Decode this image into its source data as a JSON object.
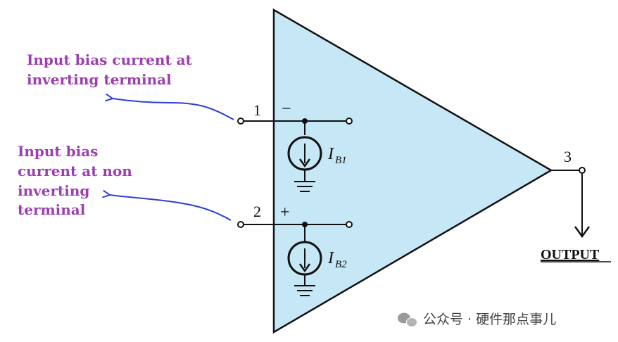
{
  "annotations": {
    "inverting_lines": [
      "Input bias current at",
      "inverting terminal"
    ],
    "noninverting_lines": [
      "Input bias",
      "current at non",
      "inverting",
      "terminal"
    ]
  },
  "pins": {
    "pin1": "1",
    "pin1_sign": "−",
    "pin2": "2",
    "pin2_sign": "+",
    "pin3": "3"
  },
  "sources": {
    "ib1_main": "I",
    "ib1_sub": "B1",
    "ib2_main": "I",
    "ib2_sub": "B2"
  },
  "output_label": "OUTPUT",
  "watermark": {
    "text": "公众号 · 硬件那点事儿"
  },
  "colors": {
    "triangle_fill": "#c6e7f6",
    "annotation": "#9b3fb0",
    "arrow": "#2f3fd6"
  }
}
